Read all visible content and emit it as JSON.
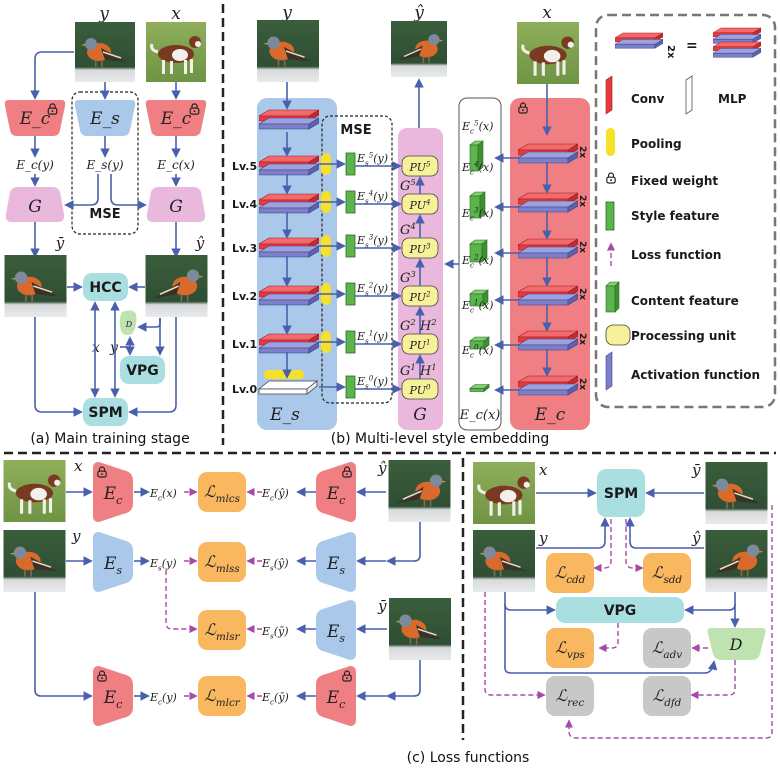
{
  "colors": {
    "content_encoder": "#f07f83",
    "style_encoder": "#a9c8ea",
    "generator": "#e9b8dc",
    "module": "#a9dfe0",
    "loss_orange": "#f9b760",
    "loss_gray": "#c8c8c8",
    "discriminator": "#bfe3b0",
    "conv": "#e8393d",
    "activation": "#7b80c8",
    "pooling": "#f5e02a",
    "feature": "#5ab54c",
    "processing_unit": "#f7f19a",
    "arrow": "#4a5fae",
    "loss_arrow": "#a64aa8"
  },
  "panel_a": {
    "caption": "(a) Main training stage",
    "img_y_label": "y",
    "img_x_label": "x",
    "enc_c_left": "E_c",
    "enc_s": "E_s",
    "enc_c_right": "E_c",
    "feat_ec_y": "E_c(y)",
    "feat_es_y": "E_s(y)",
    "feat_ec_x": "E_c(x)",
    "gen_left": "G",
    "gen_right": "G",
    "mse_label": "MSE",
    "out_ybar": "ȳ",
    "out_yhat": "ŷ",
    "hcc": "HCC",
    "vpg": "VPG",
    "spm": "SPM",
    "disc": "D",
    "edge_x": "x",
    "edge_y": "y"
  },
  "panel_b": {
    "caption": "(b) Multi-level style embedding",
    "input_y": "y",
    "output_yhat": "ŷ",
    "input_x": "x",
    "levels": [
      "Lv.5",
      "Lv.4",
      "Lv.3",
      "Lv.2",
      "Lv.1",
      "Lv.0"
    ],
    "mse_label": "MSE",
    "style_feats": [
      "E_s^5(y)",
      "E_s^4(y)",
      "E_s^3(y)",
      "E_s^2(y)",
      "E_s^1(y)",
      "E_s^0(y)"
    ],
    "pus": [
      "PU^5",
      "PU^4",
      "PU^3",
      "PU^2",
      "PU^1",
      "PU^0"
    ],
    "g_labels": [
      "G^5",
      "G^4",
      "G^3",
      "G^2 H^2",
      "G^1 H^1"
    ],
    "content_feats": [
      "E_c^5(x)",
      "E_c^4(x)",
      "E_c^3(x)",
      "E_c^2(x)",
      "E_c^1(x)",
      "E_c^0(x)"
    ],
    "content_group": "E_c(x)",
    "enc_s": "E_s",
    "gen": "G",
    "enc_c": "E_c",
    "repeat": "2x"
  },
  "legend": {
    "repeat": "2x",
    "equals": "=",
    "items": [
      {
        "icon": "conv-icon",
        "label": "Conv"
      },
      {
        "icon": "mlp-icon",
        "label": "MLP"
      },
      {
        "icon": "pooling-icon",
        "label": "Pooling"
      },
      {
        "icon": "lock-icon",
        "label": "Fixed weight"
      },
      {
        "icon": "style-feature-icon",
        "label": "Style feature"
      },
      {
        "icon": "loss-arrow-icon",
        "label": "Loss function"
      },
      {
        "icon": "content-feature-icon",
        "label": "Content feature"
      },
      {
        "icon": "processing-unit-icon",
        "label": "Processing unit"
      },
      {
        "icon": "activation-icon",
        "label": "Activation function"
      }
    ]
  },
  "panel_c": {
    "caption": "(c) Loss functions",
    "left": {
      "img_x": "x",
      "img_y": "y",
      "img_yhat": "ŷ",
      "img_ybar": "ȳ",
      "enc_c": "E_c",
      "enc_s": "E_s",
      "feat_ec_x": "E_c(x)",
      "feat_ec_yhat": "E_c(ŷ)",
      "feat_es_y": "E_s(y)",
      "feat_es_yhat": "E_s(ŷ)",
      "feat_es_ybar": "E_s(ȳ)",
      "feat_ec_y": "E_c(y)",
      "feat_ec_ybar": "E_c(ȳ)",
      "losses": [
        "L_mlcs",
        "L_mlss",
        "L_mlsr",
        "L_mlcr"
      ]
    },
    "right": {
      "img_x": "x",
      "img_y": "y",
      "img_ybar": "ȳ",
      "img_yhat": "ŷ",
      "spm": "SPM",
      "vpg": "VPG",
      "disc": "D",
      "losses": [
        "L_cdd",
        "L_sdd",
        "L_vps",
        "L_adv",
        "L_rec",
        "L_dfd"
      ]
    }
  }
}
